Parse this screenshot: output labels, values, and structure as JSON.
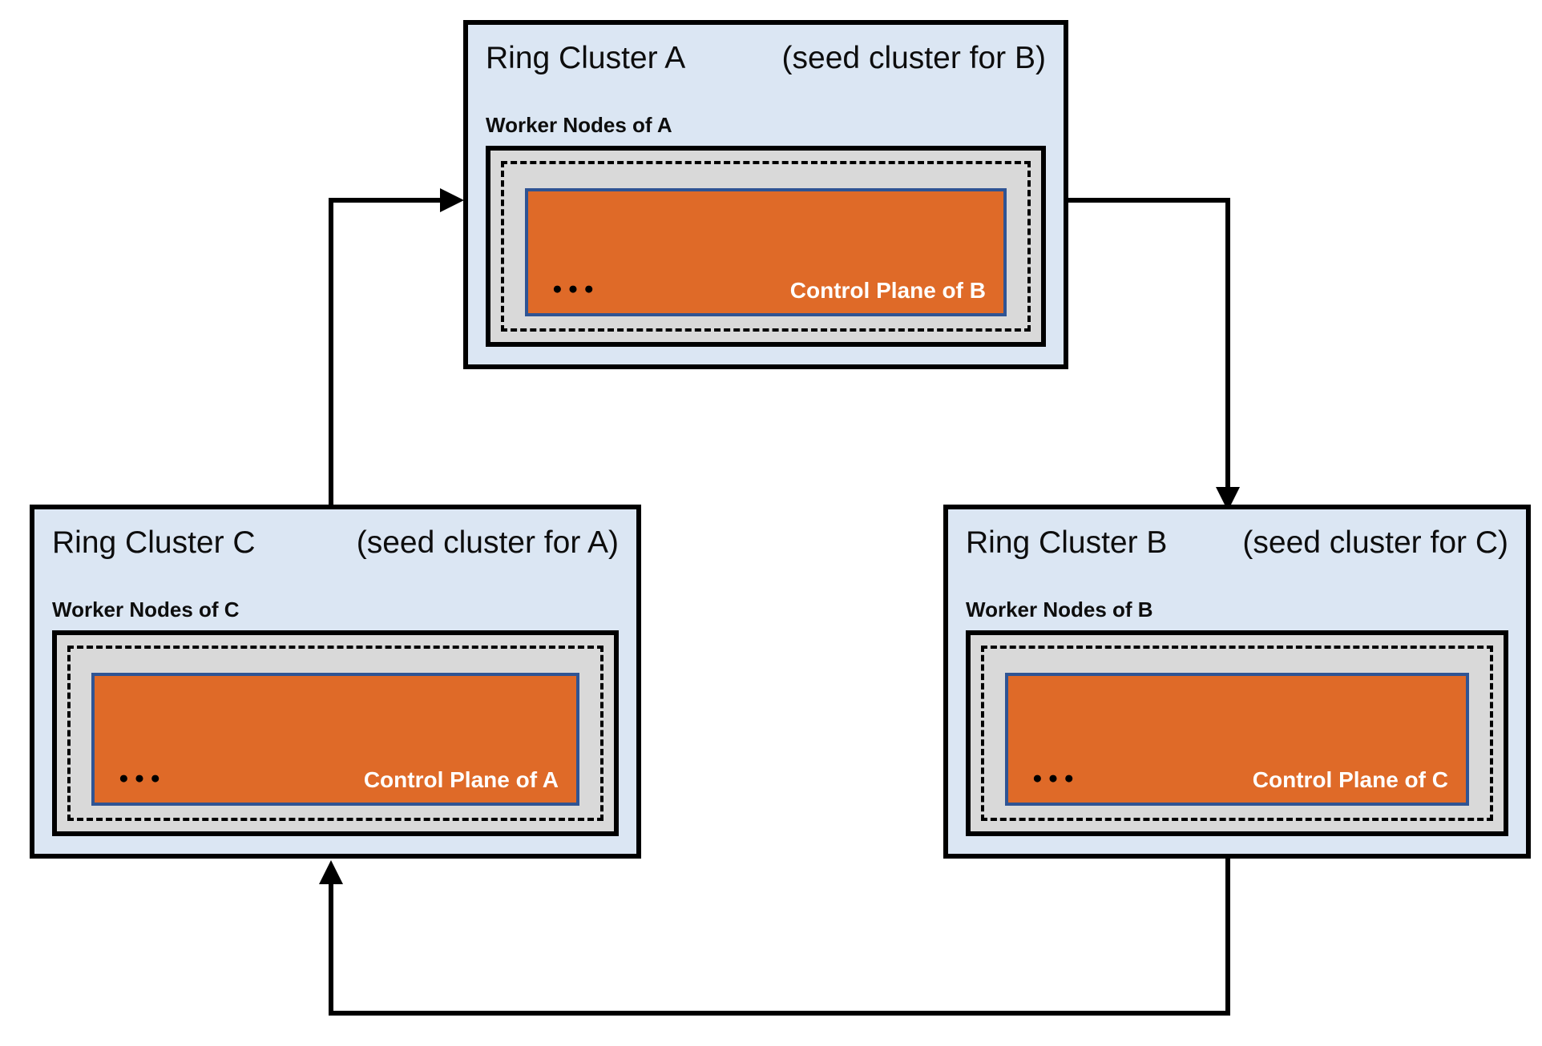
{
  "diagram": {
    "clusters": [
      {
        "id": "a",
        "name": "Ring Cluster A",
        "seed_label": "(seed cluster for B)",
        "worker_label": "Worker Nodes of A",
        "dots": "●●●",
        "control_label": "Control Plane of B"
      },
      {
        "id": "c",
        "name": "Ring Cluster C",
        "seed_label": "(seed cluster for A)",
        "worker_label": "Worker Nodes of C",
        "dots": "●●●",
        "control_label": "Control Plane of A"
      },
      {
        "id": "b",
        "name": "Ring Cluster B",
        "seed_label": "(seed cluster for C)",
        "worker_label": "Worker Nodes of B",
        "dots": "●●●",
        "control_label": "Control Plane of C"
      }
    ],
    "arrows": [
      {
        "from": "Ring Cluster C",
        "to": "Ring Cluster A"
      },
      {
        "from": "Ring Cluster A",
        "to": "Ring Cluster B"
      },
      {
        "from": "Ring Cluster B",
        "to": "Ring Cluster C"
      }
    ]
  },
  "colors": {
    "cluster_fill": "#dbe6f3",
    "worker_fill": "#d9d9d9",
    "control_fill": "#df6a28",
    "control_border": "#2f5494",
    "line": "#000000"
  }
}
